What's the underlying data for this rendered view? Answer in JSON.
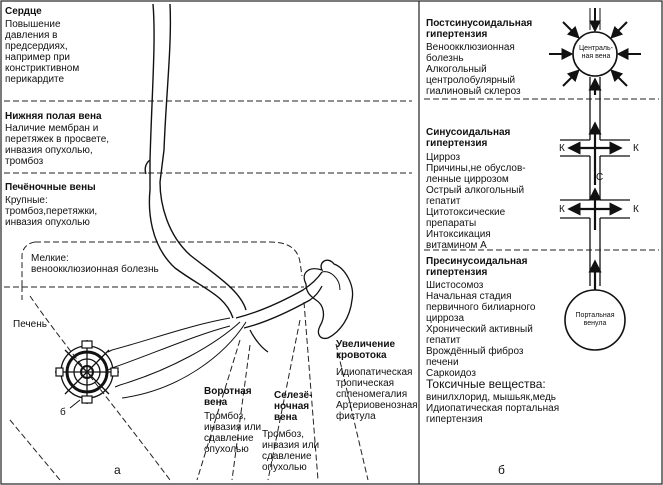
{
  "panel_a": {
    "label": "а",
    "heart": {
      "title": "Сердце",
      "text": "Повышение\nдавления в\nпредсердиях,\nнапример при\nконстриктивном\nперикардите"
    },
    "ivc": {
      "title": "Нижняя полая вена",
      "text": "Наличие мембран и\nперетяжек в просвете,\nинвазия опухолью,\nтромбоз"
    },
    "hepatic_veins": {
      "title": "Печёночные вены",
      "text": "Крупные:\nтромбоз,перетяжки,\nинвазия опухолью"
    },
    "small": "Мелкие:\nвеноокклюзионная болезнь",
    "liver": "Печень",
    "b_marker": "б",
    "portal_vein": {
      "title": "Воротная\nвена",
      "text": "Тромбоз,\nинвазия или\nсдавление\nопухолью"
    },
    "splenic_vein": {
      "title": "Селезё-\nночная\nвена",
      "text": "Тромбоз,\nинвазия или\nсдавление\nопухолью"
    },
    "flow": {
      "title": "Увеличение\nкровотока",
      "text": "Идиопатическая\nтропическая\nспленомегалия\nАртериовенозная\nфистула"
    }
  },
  "panel_b": {
    "label": "б",
    "post": {
      "title": "Постсинусоидальная\nгипертензия",
      "text": "Веноокклюзионная\nболезнь\nАлкогольный\nцентролобулярный\nгиалиновый склероз"
    },
    "sin": {
      "title": "Синусоидальная\nгипертензия",
      "text": "Цирроз\nПричины,не обуслов-\nленные циррозом\nОстрый алкогольный\nгепатит\nЦитотоксические\nпрепараты\nИнтоксикация\nвитамином А"
    },
    "pre": {
      "title": "Пресинусоидальная\nгипертензия",
      "text": "Шистосомоз\nНачальная стадия\nпервичного билиарного\nцирроза\nХронический активный\nгепатит\nВрождённый фиброз\nпечени\nСаркоидоз"
    },
    "toxic_title": "Токсичные вещества:",
    "toxic_text": "винилхлорид, мышьяк,медь\nИдиопатическая портальная\nгипертензия",
    "central_vein": "Централь-\nная вена",
    "portal_venule": "Портальная\nвенула",
    "k": "К",
    "c": "С"
  }
}
